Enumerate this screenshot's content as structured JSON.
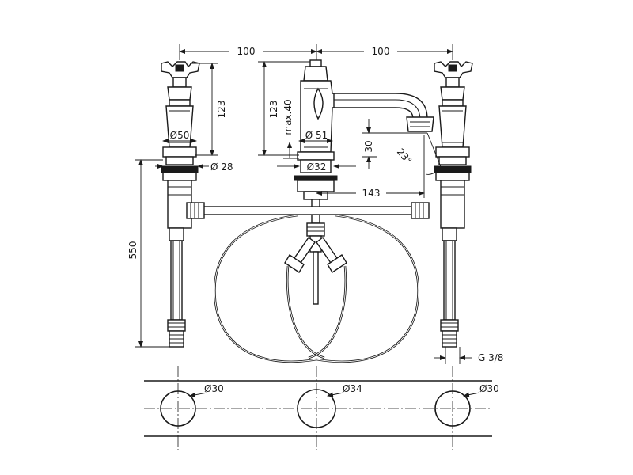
{
  "dimensions": {
    "spacing_left": "100",
    "spacing_right": "100",
    "handle_height_left": "123",
    "spout_height": "123",
    "spout_max": "max.40",
    "dia_handle_body": "Ø50",
    "dia_handle_shank": "Ø 28",
    "dia_spout_body": "Ø 51",
    "dia_spout_shank": "Ø32",
    "spout_drop": "30",
    "spout_angle": "23°",
    "spout_reach": "143",
    "total_height": "550",
    "connection": "G 3/8"
  },
  "holes": [
    {
      "label": "Ø30"
    },
    {
      "label": "Ø34"
    },
    {
      "label": "Ø30"
    }
  ],
  "colors": {
    "line": "#1a1a1a",
    "background": "#ffffff"
  }
}
